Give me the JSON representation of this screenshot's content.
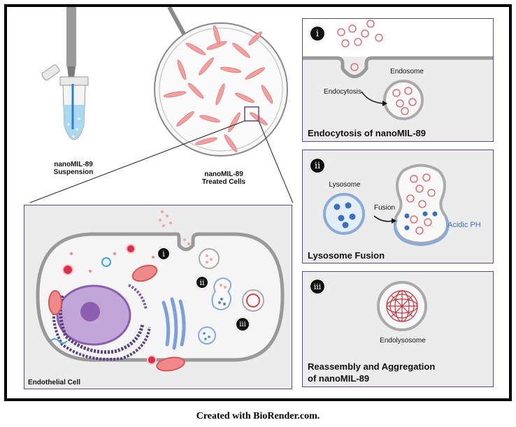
{
  "labels": {
    "suspension_line1": "nanoMIL-89",
    "suspension_line2": "Suspension",
    "treated_line1": "nanoMIL-89",
    "treated_line2": "Treated Cells",
    "endothelial_cell": "Endothelial Cell",
    "cell_step_i": "i",
    "cell_step_ii": "ii",
    "cell_step_iii": "iii"
  },
  "panels": [
    {
      "badge": "i",
      "title": "Endocytosis of nanoMIL-89",
      "label_endosome": "Endosome",
      "label_process": "Endocytosis"
    },
    {
      "badge": "ii",
      "title": "Lysosome Fusion",
      "label_lysosome": "Lysosome",
      "label_process": "Fusion",
      "label_ph": "Acidic PH"
    },
    {
      "badge": "iii",
      "title_line1": "Reassembly and Aggregation",
      "title_line2": "of nanoMIL-89",
      "label_endolysosome": "Endolysosome"
    }
  ],
  "footer": "Created with BioRender.com.",
  "colors": {
    "accent_purple": "#5e4b7a",
    "cell_pink": "#f08a8a",
    "acidic_blue": "#3b6fc0",
    "particle_red": "#e05a5a"
  }
}
